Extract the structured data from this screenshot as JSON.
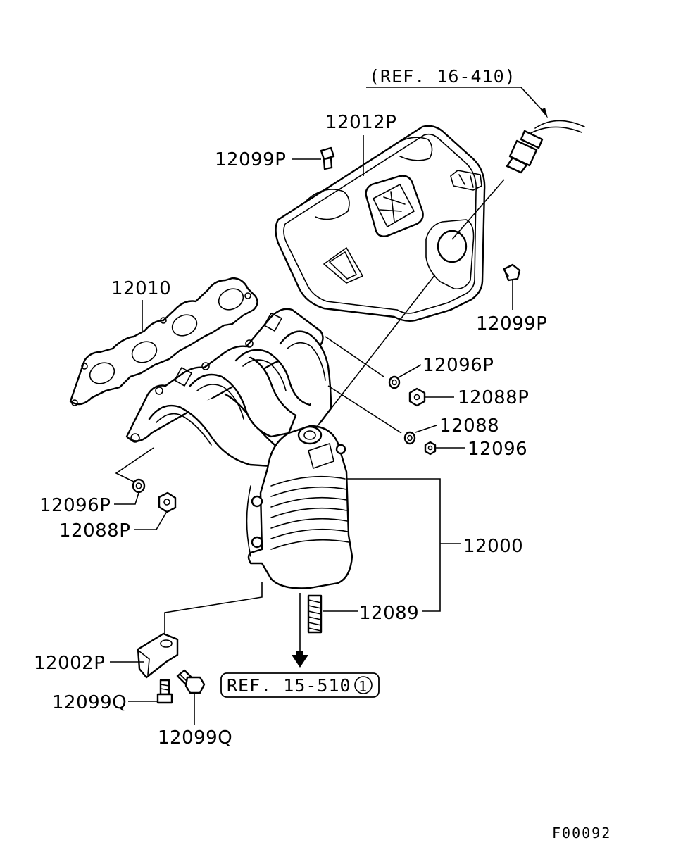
{
  "refs": {
    "top": "(REF. 16-410)",
    "bottom": "REF. 15-510",
    "bottom_circle": "1"
  },
  "labels": {
    "heat_shield": "12012P",
    "bolt_top_left": "12099P",
    "bolt_right": "12099P",
    "gasket": "12010",
    "washer_upper_right": "12096P",
    "nut_upper_right": "12088P",
    "washer_mid_right": "12088",
    "nut_mid_right": "12096",
    "washer_left": "12096P",
    "nut_left": "12088P",
    "manifold": "12000",
    "stud": "12089",
    "bracket": "12002P",
    "bolt_bottom_left": "12099Q",
    "bolt_bottom": "12099Q"
  },
  "figure_code": "F00092"
}
